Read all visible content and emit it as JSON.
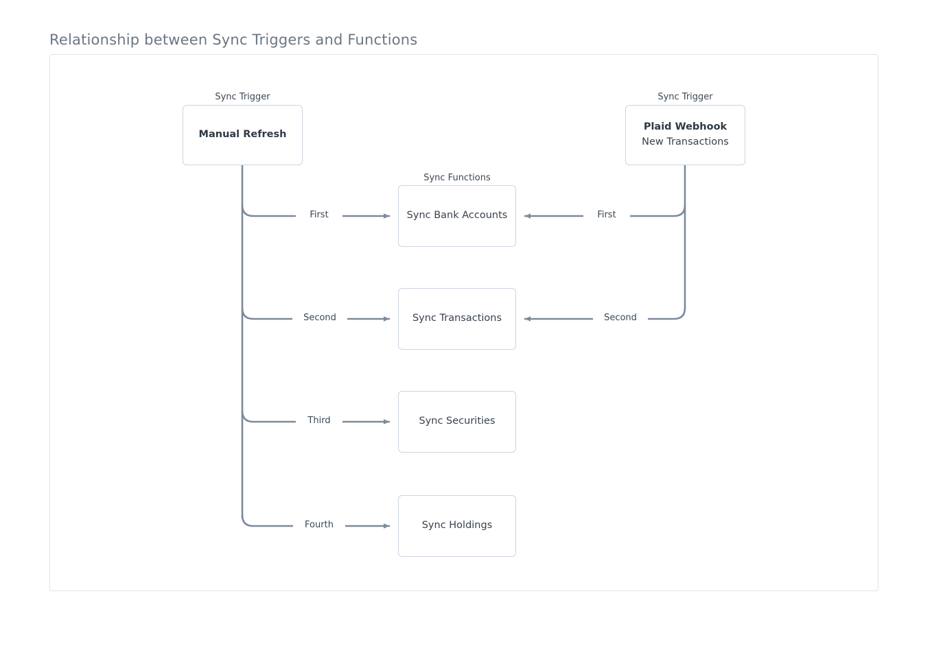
{
  "title": "Relationship between Sync Triggers and Functions",
  "colors": {
    "title_text": "#6b7684",
    "frame_border": "#dfe3ea",
    "node_border": "#ccd5e0",
    "node_text": "#38414e",
    "edge_stroke": "#7d8a9c",
    "background": "#ffffff"
  },
  "groups": [
    {
      "id": "trigger-left",
      "label": "Sync Trigger"
    },
    {
      "id": "functions",
      "label": "Sync Functions"
    },
    {
      "id": "trigger-right",
      "label": "Sync Trigger"
    }
  ],
  "triggers": [
    {
      "id": "manual-refresh",
      "group_label": "Sync Trigger",
      "title": "Manual Refresh",
      "subtitle": ""
    },
    {
      "id": "plaid-webhook",
      "group_label": "Sync Trigger",
      "title": "Plaid Webhook",
      "subtitle": "New Transactions"
    }
  ],
  "functions": [
    {
      "id": "sync-bank-accounts",
      "label": "Sync Bank Accounts"
    },
    {
      "id": "sync-transactions",
      "label": "Sync Transactions"
    },
    {
      "id": "sync-securities",
      "label": "Sync Securities"
    },
    {
      "id": "sync-holdings",
      "label": "Sync Holdings"
    }
  ],
  "functions_group_label": "Sync Functions",
  "edges": [
    {
      "id": "manual-first",
      "from": "manual-refresh",
      "to": "sync-bank-accounts",
      "label": "First",
      "direction": "right"
    },
    {
      "id": "manual-second",
      "from": "manual-refresh",
      "to": "sync-transactions",
      "label": "Second",
      "direction": "right"
    },
    {
      "id": "manual-third",
      "from": "manual-refresh",
      "to": "sync-securities",
      "label": "Third",
      "direction": "right"
    },
    {
      "id": "manual-fourth",
      "from": "manual-refresh",
      "to": "sync-holdings",
      "label": "Fourth",
      "direction": "right"
    },
    {
      "id": "plaid-first",
      "from": "plaid-webhook",
      "to": "sync-bank-accounts",
      "label": "First",
      "direction": "left"
    },
    {
      "id": "plaid-second",
      "from": "plaid-webhook",
      "to": "sync-transactions",
      "label": "Second",
      "direction": "left"
    }
  ]
}
